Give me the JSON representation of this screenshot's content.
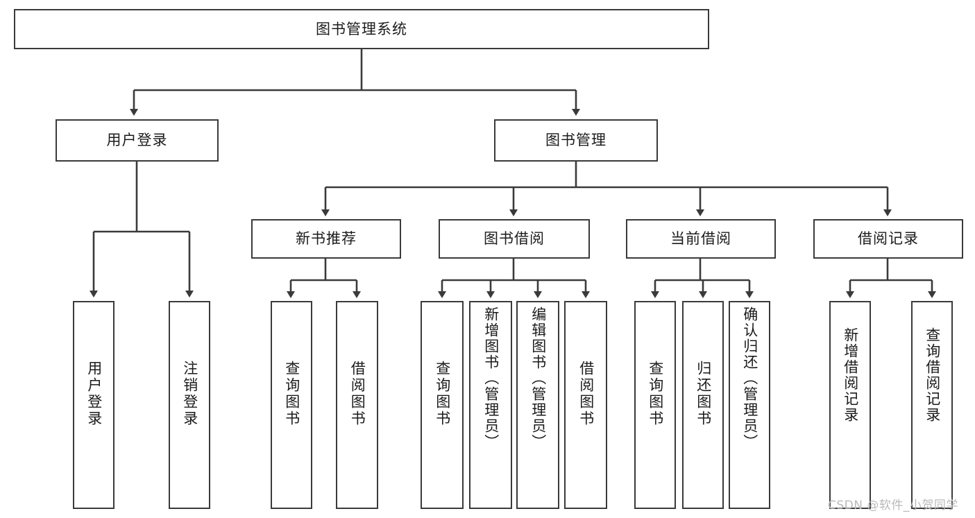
{
  "diagram": {
    "type": "tree-hierarchy",
    "title": "图书管理系统",
    "watermark": "CSDN @软件_小贺同学",
    "colors": {
      "box_border": "#3a3a3a",
      "box_fill": "#ffffff",
      "connector": "#3a3a3a",
      "text": "#1b1b1b",
      "watermark": "#b9b9b9",
      "background": "#ffffff"
    },
    "levels": {
      "root": {
        "label": "图书管理系统"
      },
      "level2": [
        {
          "id": "user-login",
          "label": "用户登录"
        },
        {
          "id": "book-manage",
          "label": "图书管理"
        }
      ],
      "level3": [
        {
          "id": "new-book-recommend",
          "label": "新书推荐",
          "parent": "book-manage"
        },
        {
          "id": "book-borrow",
          "label": "图书借阅",
          "parent": "book-manage"
        },
        {
          "id": "current-borrow",
          "label": "当前借阅",
          "parent": "book-manage"
        },
        {
          "id": "borrow-record",
          "label": "借阅记录",
          "parent": "book-manage"
        }
      ],
      "leaves": [
        {
          "id": "leaf-user-login",
          "label": "用户登录",
          "parent": "user-login"
        },
        {
          "id": "leaf-logout",
          "label": "注销登录",
          "parent": "user-login"
        },
        {
          "id": "leaf-query-book-1",
          "label": "查询图书",
          "parent": "new-book-recommend"
        },
        {
          "id": "leaf-borrow-book-1",
          "label": "借阅图书",
          "parent": "new-book-recommend"
        },
        {
          "id": "leaf-query-book-2",
          "label": "查询图书",
          "parent": "book-borrow"
        },
        {
          "id": "leaf-add-book",
          "label": "新增图书（管理员）",
          "parent": "book-borrow"
        },
        {
          "id": "leaf-edit-book",
          "label": "编辑图书（管理员）",
          "parent": "book-borrow"
        },
        {
          "id": "leaf-borrow-book-2",
          "label": "借阅图书",
          "parent": "book-borrow"
        },
        {
          "id": "leaf-query-book-3",
          "label": "查询图书",
          "parent": "current-borrow"
        },
        {
          "id": "leaf-return-book",
          "label": "归还图书",
          "parent": "current-borrow"
        },
        {
          "id": "leaf-confirm-return",
          "label": "确认归还（管理员）",
          "parent": "current-borrow"
        },
        {
          "id": "leaf-add-record",
          "label": "新增借阅记录",
          "parent": "borrow-record"
        },
        {
          "id": "leaf-query-record",
          "label": "查询借阅记录",
          "parent": "borrow-record"
        }
      ]
    }
  }
}
